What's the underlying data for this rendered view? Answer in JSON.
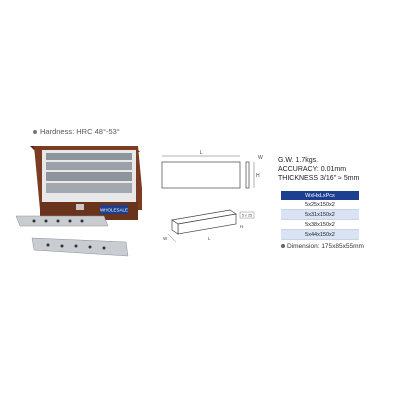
{
  "hardness_label": "Hardness: HRC 48°-53°",
  "specs": {
    "weight": "G.W. 1.7kgs.",
    "accuracy": "ACCURACY: 0.01mm",
    "thickness": "THICKNESS 3/16\" ≈ 5mm"
  },
  "table": {
    "header": "WxHxLxPcs",
    "rows": [
      "5x25x150x2",
      "5x31x150x2",
      "5x38x150x2",
      "5x44x150x2"
    ]
  },
  "dimension": "Dimension: 175x85x55mm",
  "diagram_labels": {
    "top_length": "L",
    "top_width": "W",
    "top_height": "H",
    "iso_thickness": "5 x 25",
    "iso_height": "H",
    "iso_length": "L",
    "iso_width": "W"
  },
  "brand": "WHOLESALE",
  "colors": {
    "table_header": "#1c3f8f",
    "box_wood": "#7a3d22",
    "steel": "#9aa0a7"
  }
}
